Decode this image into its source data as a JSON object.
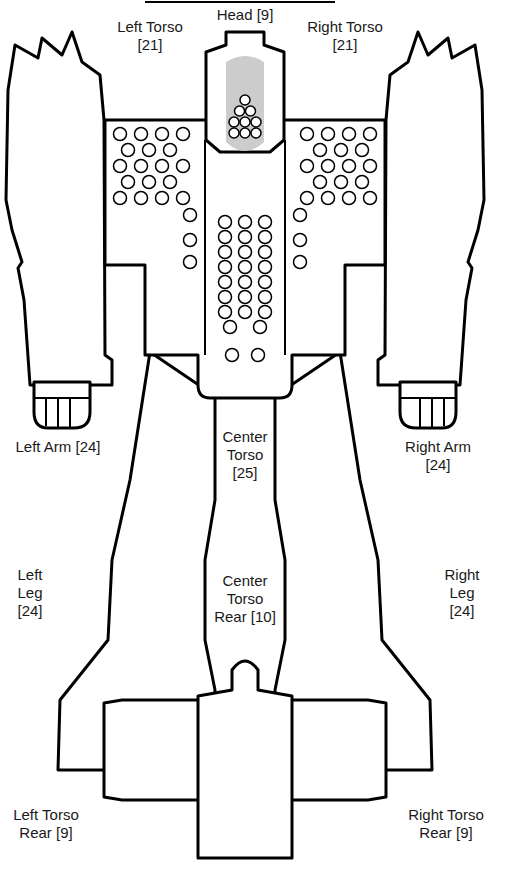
{
  "diagram": {
    "labels": [
      "Head [9]",
      "Left Torso [21]",
      "Right Torso [21]",
      "Left Arm [24]",
      "Center Torso [25]",
      "Right Arm [24]",
      "Left Leg [24]",
      "Center Torso Rear [10]",
      "Right Leg [24]",
      "Left Torso Rear [9]",
      "Right Torso Rear [9]"
    ]
  }
}
